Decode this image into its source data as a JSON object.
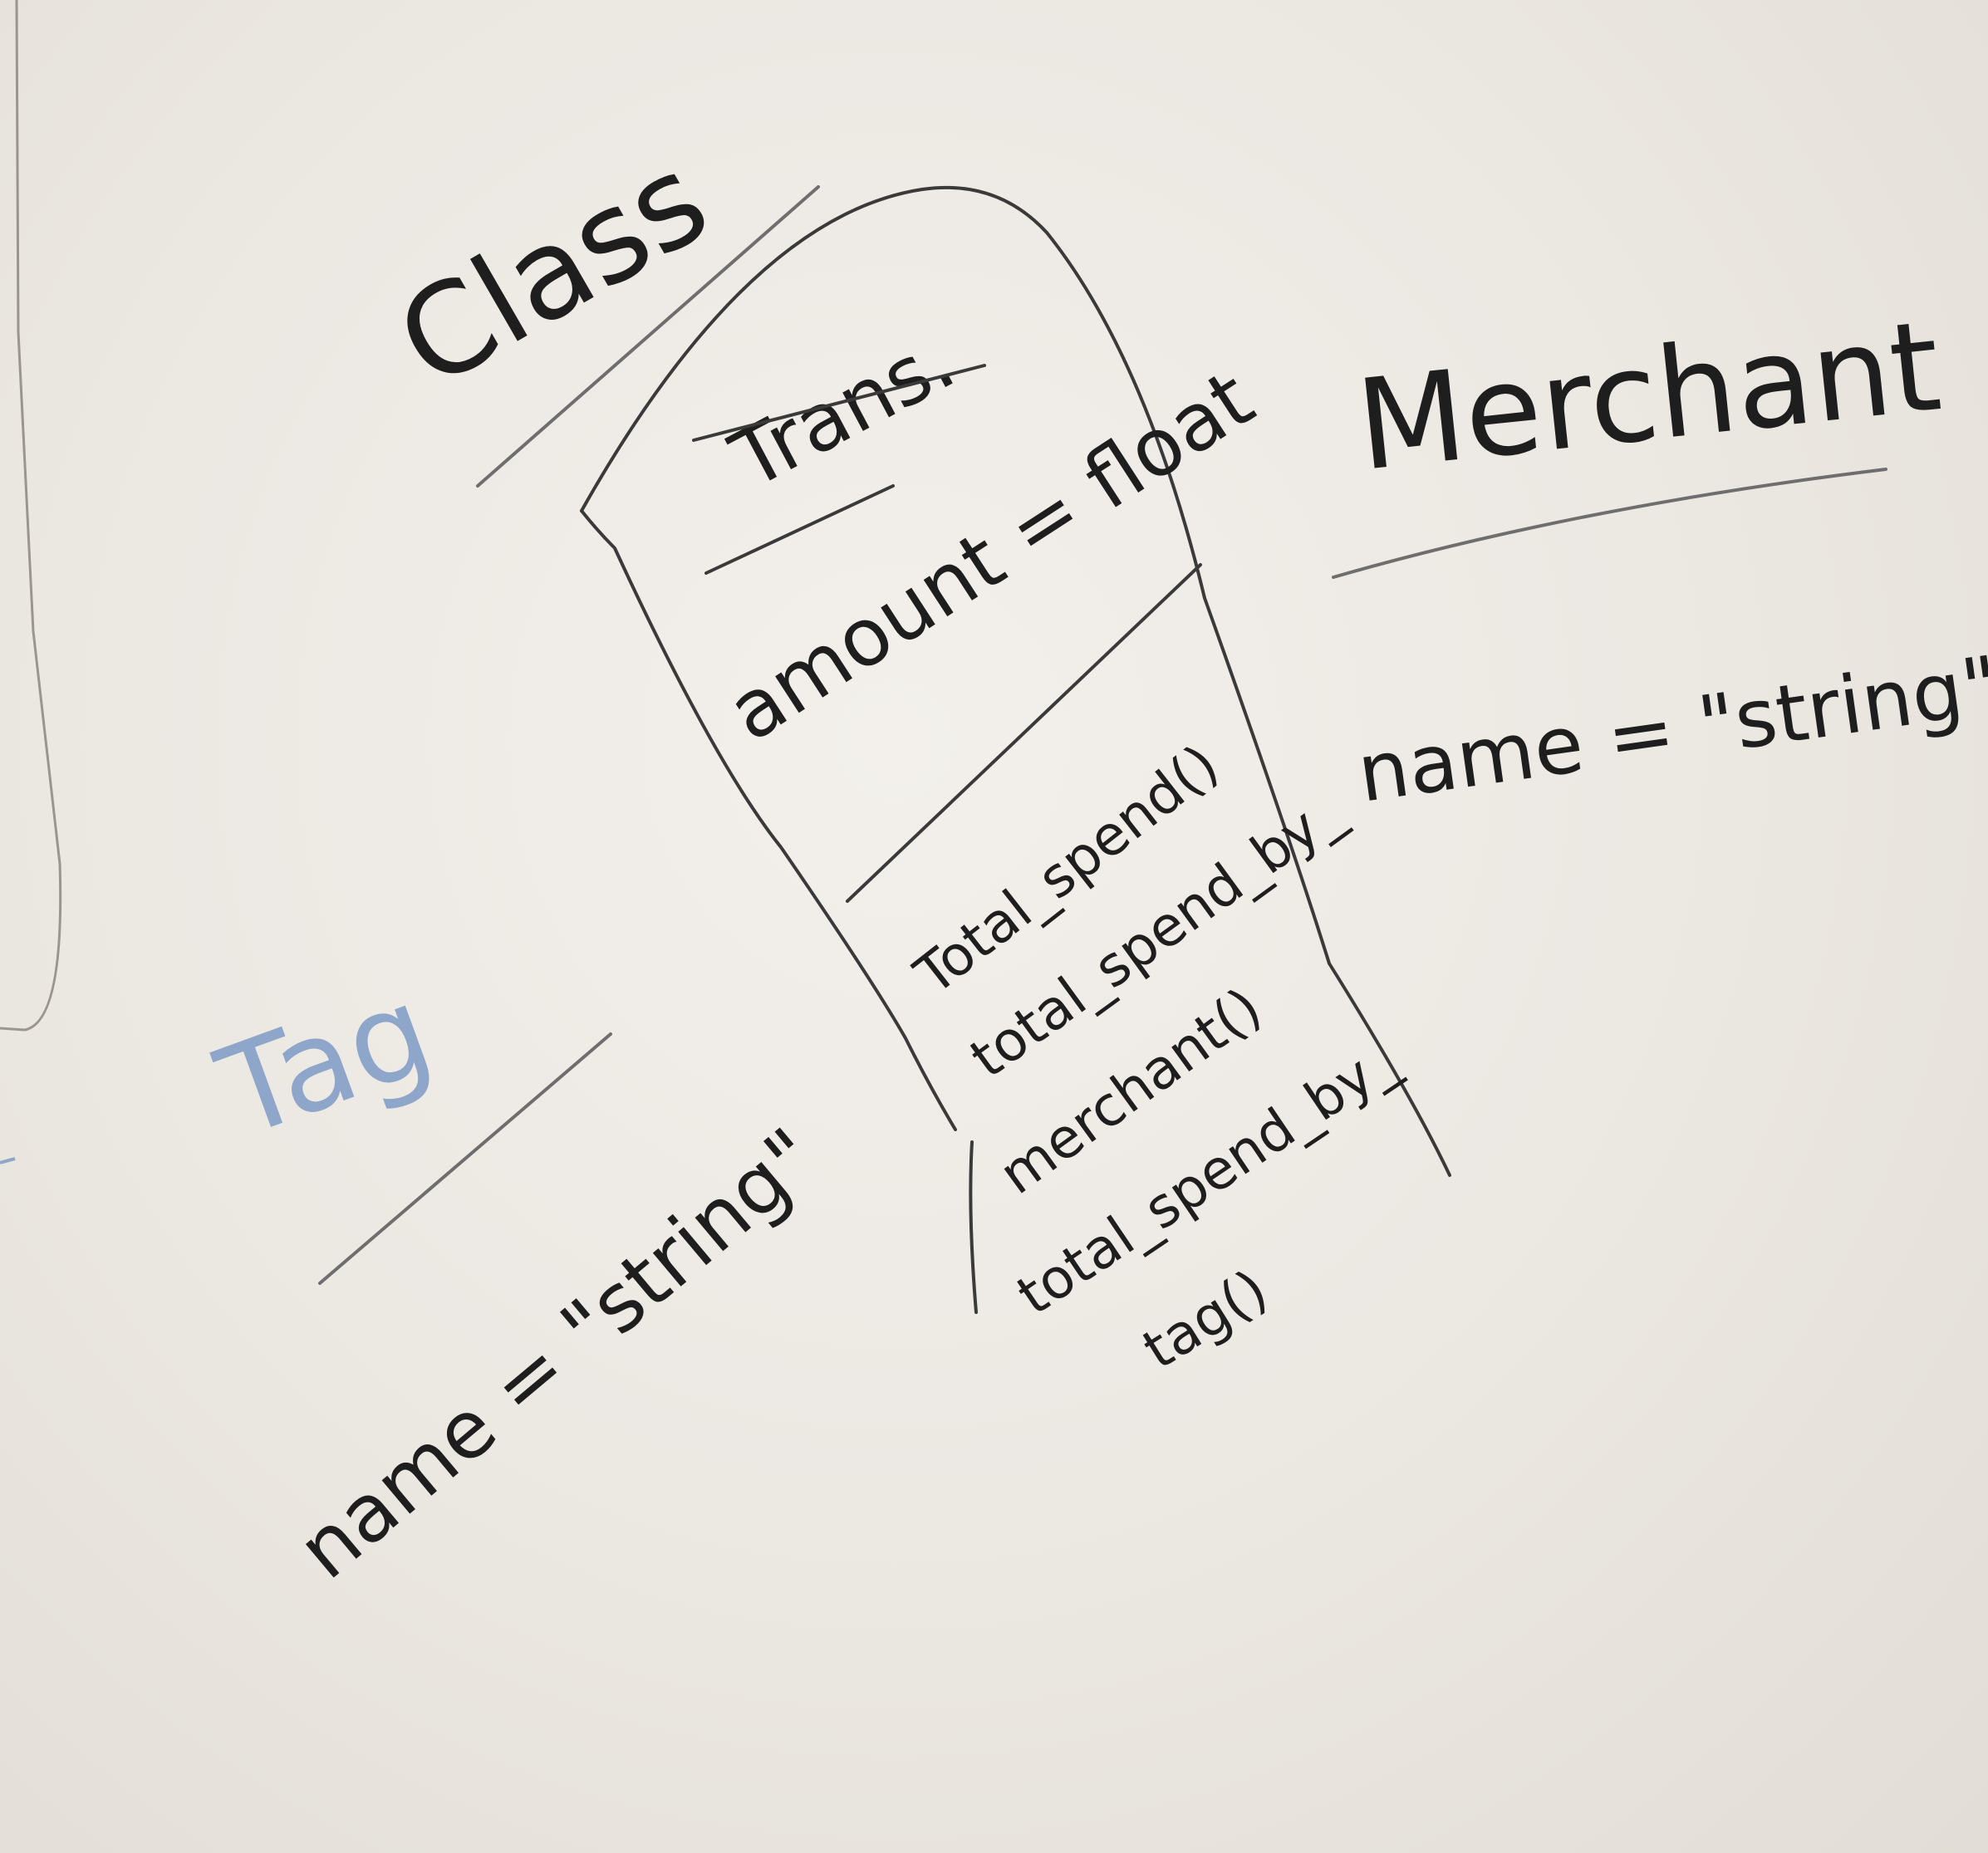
{
  "labels": {
    "class_heading": "Class",
    "transaction": {
      "title": "Trans.",
      "attribute": "amount = float",
      "methods": [
        "Total_spend()",
        "total_spend_by_",
        "merchant()",
        "total_spend_by_",
        "tag()"
      ]
    },
    "merchant": {
      "title": "Merchant",
      "attribute": "name = \"string\""
    },
    "tag": {
      "title": "Tag",
      "attribute": "name = \"string\""
    }
  },
  "colors": {
    "marker_black": "#1e1e1e",
    "marker_blue": "#8ea6c9",
    "board": "#efebe6"
  }
}
